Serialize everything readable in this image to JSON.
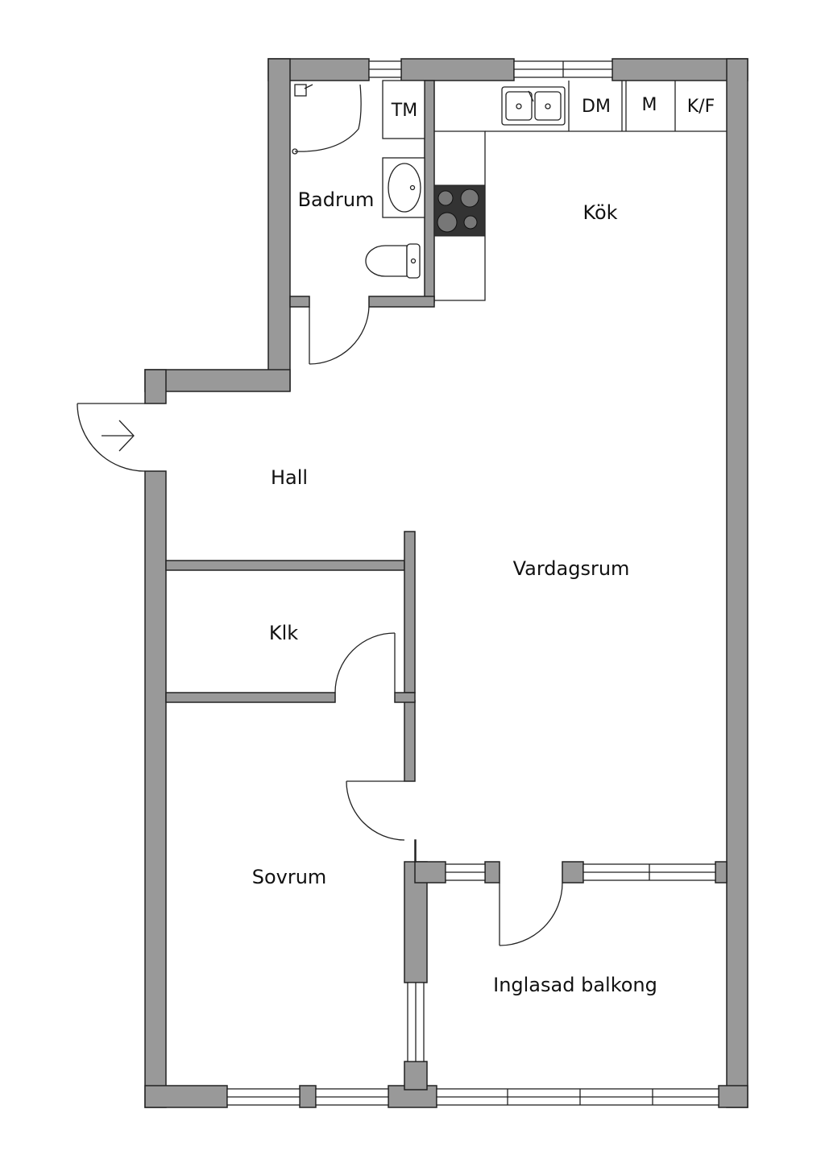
{
  "rooms": {
    "badrum": "Badrum",
    "kok": "Kök",
    "hall": "Hall",
    "vardagsrum": "Vardagsrum",
    "klk": "Klk",
    "sovrum": "Sovrum",
    "balkong": "Inglasad balkong"
  },
  "fixtures": {
    "tm": "TM",
    "dm": "DM",
    "m": "M",
    "kf": "K/F"
  },
  "colors": {
    "wall": "#999999",
    "line": "#222222",
    "stove": "#333333"
  },
  "icons": {
    "entrance": "arrow-right-icon"
  }
}
